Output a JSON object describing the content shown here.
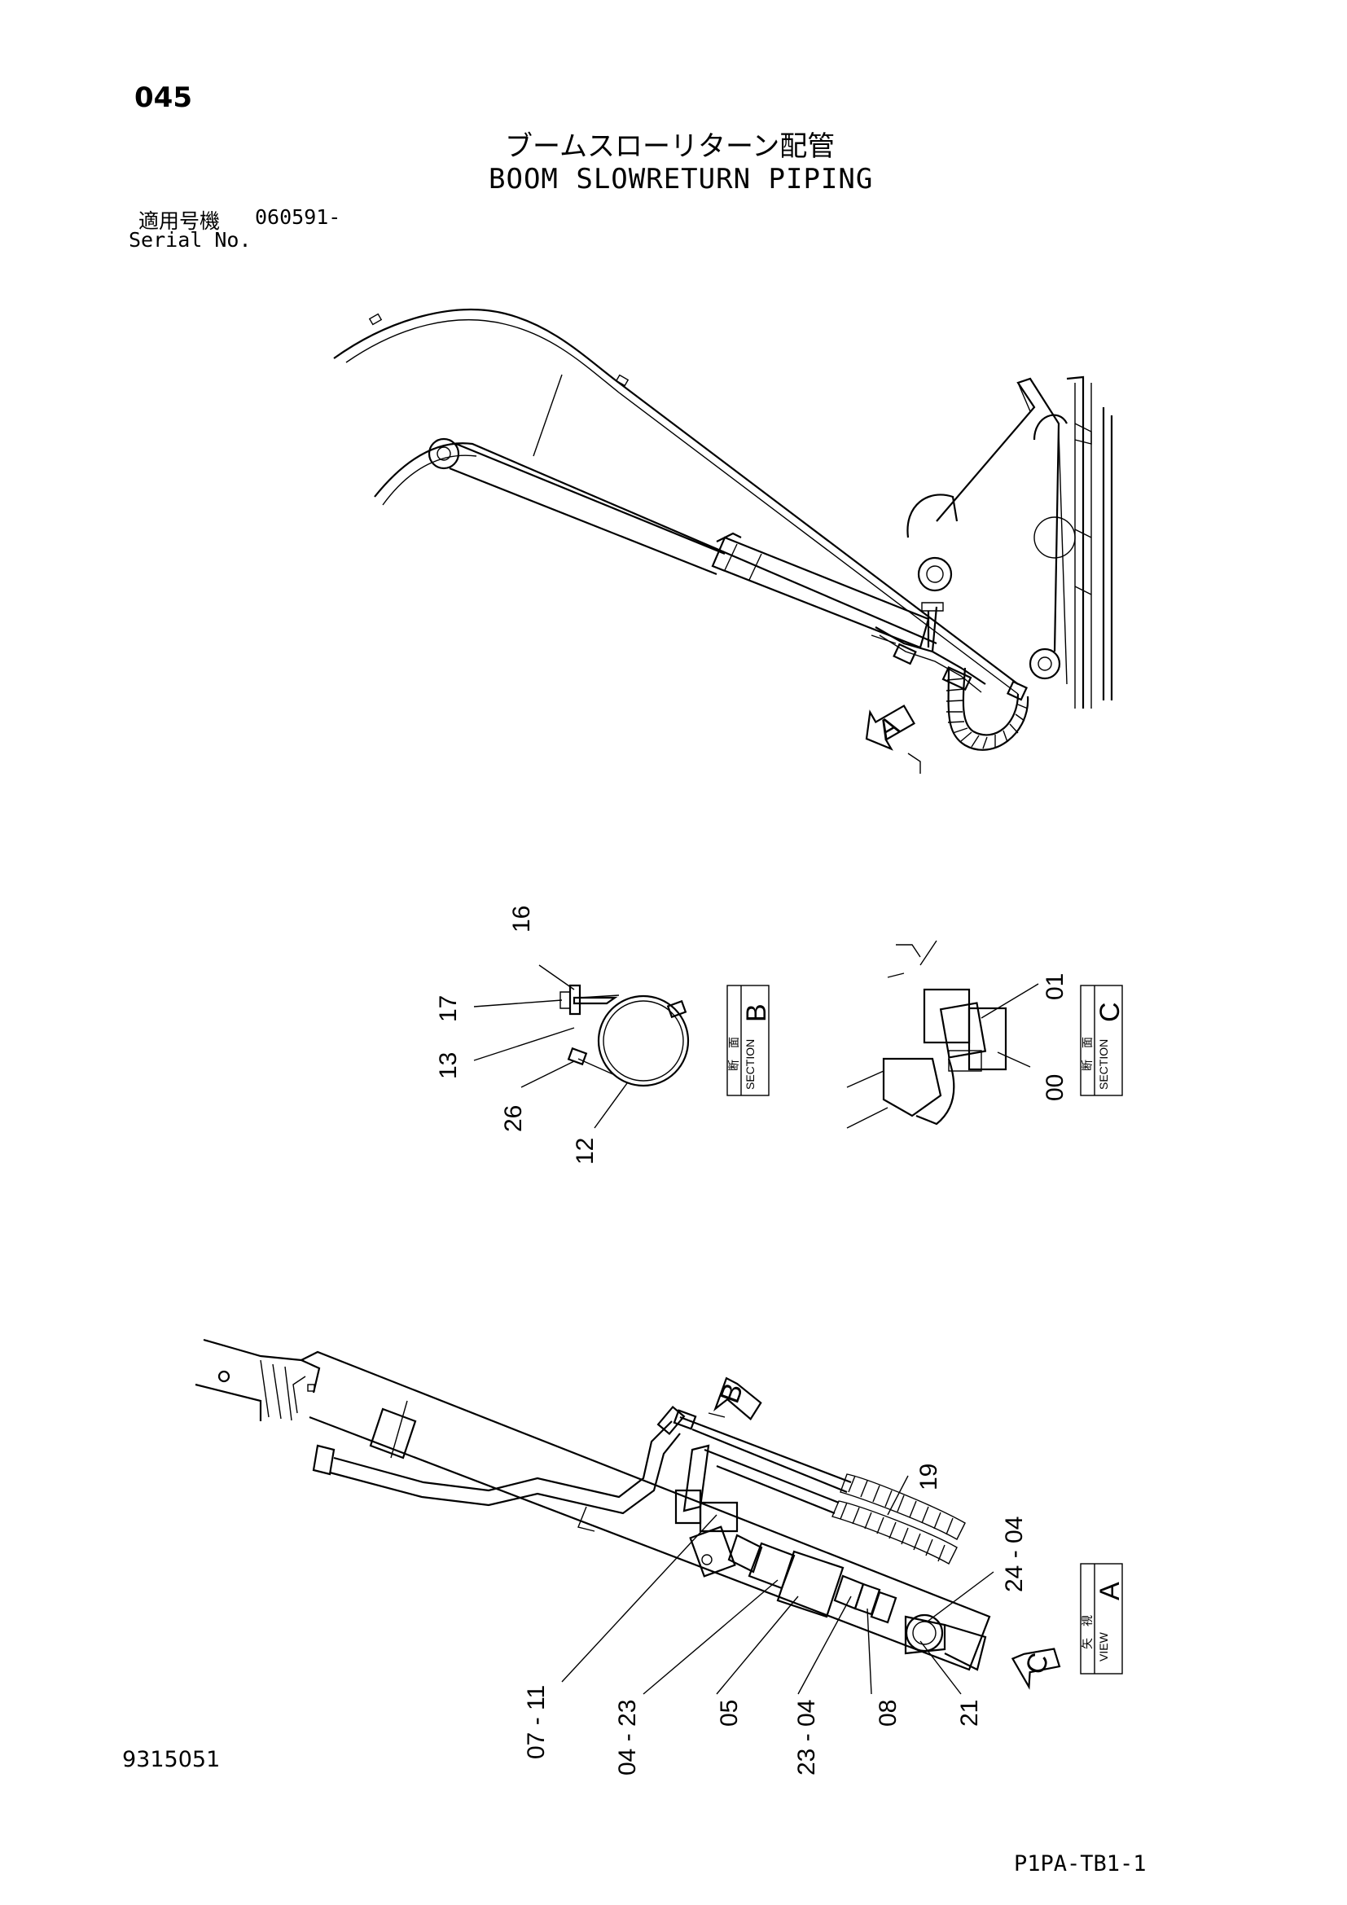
{
  "header": {
    "page_number": "045",
    "title_jp": "ブームスローリターン配管",
    "title_en": "BOOM SLOWRETURN PIPING",
    "serial_label_jp": "適用号機",
    "serial_value": "060591-",
    "serial_label_en": "Serial No."
  },
  "view_markers": {
    "main_a": "A",
    "view_b": "B",
    "view_c": "C"
  },
  "section_b": {
    "kanji": "断　面",
    "word": "SECTION",
    "letter": "B",
    "parts": [
      "16",
      "17",
      "13",
      "26",
      "12"
    ]
  },
  "section_c": {
    "kanji": "断　面",
    "word": "SECTION",
    "letter": "C",
    "parts": [
      "01",
      "00"
    ]
  },
  "view_a": {
    "kanji": "矢　視",
    "word": "VIEW",
    "letter": "A",
    "parts": [
      "19",
      "24 - 04",
      "07 - 11",
      "04 - 23",
      "05",
      "23 - 04",
      "08",
      "21"
    ]
  },
  "footer": {
    "doc_number": "9315051",
    "sheet_code": "P1PA-TB1-1"
  }
}
